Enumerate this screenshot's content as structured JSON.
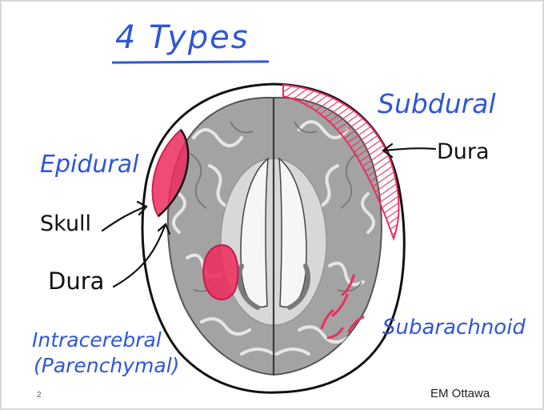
{
  "slide": {
    "title": "4 Types",
    "page_number": "2",
    "footer": "EM Ottawa"
  },
  "labels": {
    "subdural": "Subdural",
    "epidural": "Epidural",
    "skull": "Skull",
    "dura_left": "Dura",
    "dura_right": "Dura",
    "intracerebral": "Intracerebral",
    "parenchymal": "(Parenchymal)",
    "subarachnoid": "Subarachnoid"
  },
  "colors": {
    "annotation_blue": "#2f56d8",
    "hemorrhage_red": "#ec2d5d",
    "ink_black": "#111111",
    "brain_grey": "#8f8f8f"
  }
}
